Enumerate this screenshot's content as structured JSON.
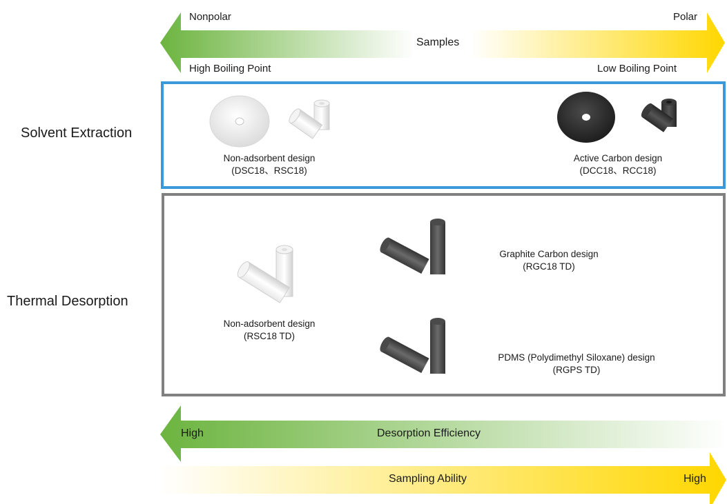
{
  "top_arrow": {
    "left_top": "Nonpolar",
    "right_top": "Polar",
    "center": "Samples",
    "left_bottom": "High Boiling Point",
    "right_bottom": "Low Boiling Point"
  },
  "rows": {
    "solvent": "Solvent Extraction",
    "thermal": "Thermal Desorption"
  },
  "solvent_box": {
    "left": {
      "line1": "Non-adsorbent design",
      "line2": "(DSC18、RSC18)"
    },
    "right": {
      "line1": "Active Carbon design",
      "line2": "(DCC18、RCC18)"
    }
  },
  "thermal_box": {
    "left": {
      "line1": "Non-adsorbent design",
      "line2": "(RSC18 TD)"
    },
    "graphite": {
      "line1": "Graphite Carbon design",
      "line2": "(RGC18 TD)"
    },
    "pdms": {
      "line1": "PDMS (Polydimethyl Siloxane) design",
      "line2": "(RGPS TD)"
    }
  },
  "bottom_arrows": {
    "desorption": {
      "left": "High",
      "center": "Desorption Efficiency"
    },
    "sampling": {
      "center": "Sampling Ability",
      "right": "High"
    }
  },
  "colors": {
    "green": "#6db33f",
    "yellow": "#ffdc00",
    "solvent_border": "#3a9ad9",
    "thermal_border": "#808080"
  }
}
